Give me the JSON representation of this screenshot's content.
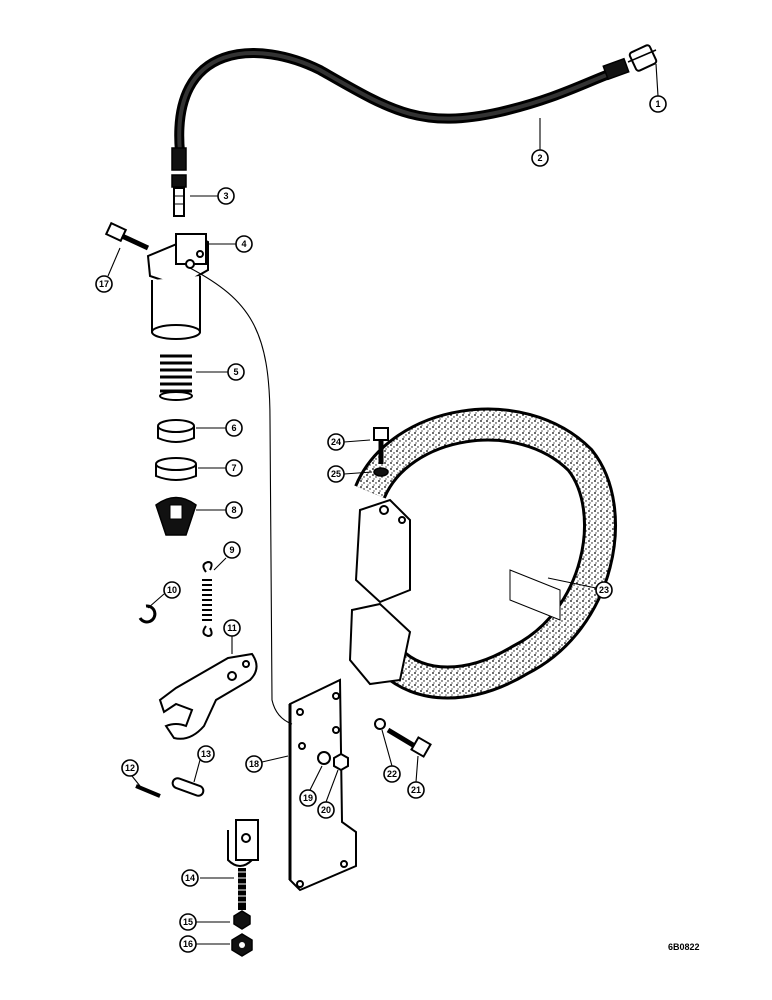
{
  "figure_ref": "6B0822",
  "callouts": [
    "1",
    "2",
    "3",
    "4",
    "5",
    "6",
    "7",
    "8",
    "9",
    "10",
    "11",
    "12",
    "13",
    "14",
    "15",
    "16",
    "17",
    "18",
    "19",
    "20",
    "21",
    "22",
    "23",
    "24",
    "25"
  ]
}
